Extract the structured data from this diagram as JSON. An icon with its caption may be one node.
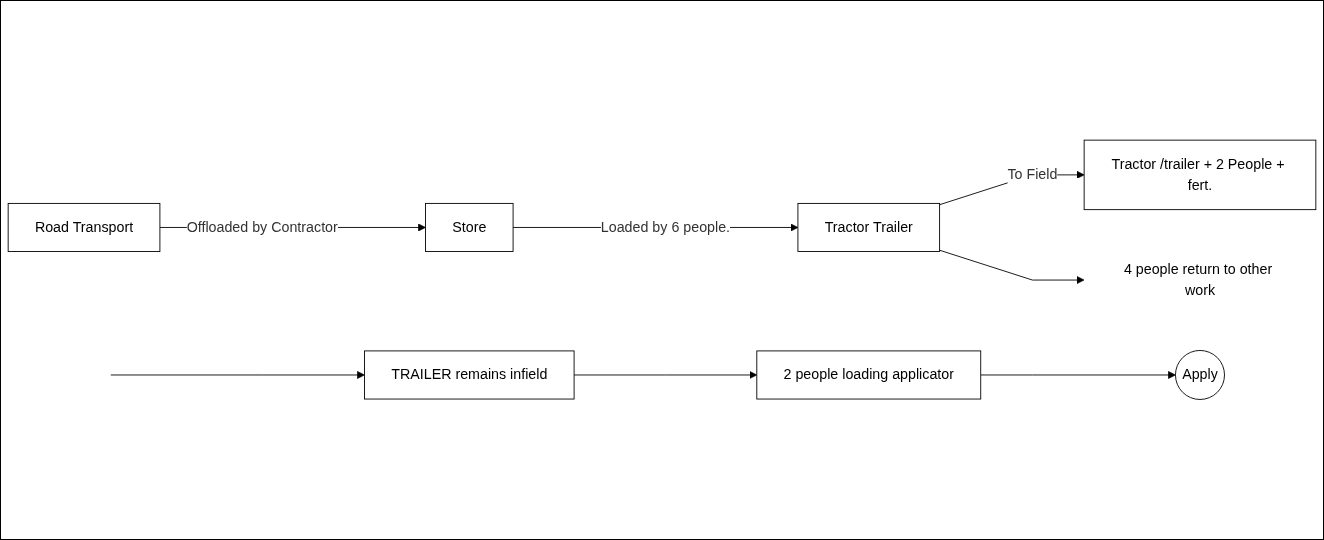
{
  "diagram": {
    "nodes": [
      {
        "text": [
          "Road Transport"
        ]
      },
      {
        "text": [
          "Store"
        ]
      },
      {
        "text": [
          "Tractor Trailer"
        ]
      },
      {
        "text": [
          "Tractor /trailer + 2 People + fert."
        ]
      },
      {
        "text": [
          "4 people return to other work"
        ]
      },
      {
        "text": [
          "TRAILER remains infield"
        ]
      },
      {
        "text": [
          "2 people loading applicator"
        ]
      },
      {
        "text": [
          "Apply"
        ]
      }
    ],
    "edges": [
      {
        "from": 0,
        "to": 1,
        "label": "Offloaded by Contractor",
        "arrow": "to"
      },
      {
        "from": 1,
        "to": 2,
        "label": "Loaded by 6 people.",
        "arrow": "to"
      },
      {
        "from": 2,
        "to": 3,
        "label": "To Field",
        "arrow": "to"
      },
      {
        "from": 2,
        "to": 4,
        "arrow": "to"
      },
      {
        "from": null,
        "to": 5,
        "arrow": "to"
      },
      {
        "from": 5,
        "to": 6,
        "arrow": "to"
      },
      {
        "from": 6,
        "to": 7,
        "arrow": "to"
      }
    ]
  }
}
